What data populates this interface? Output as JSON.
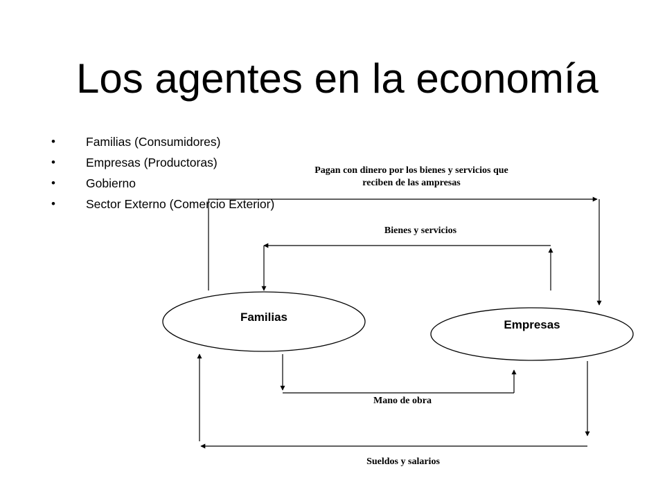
{
  "slide": {
    "title": "Los agentes en la economía",
    "bullets": [
      "Familias (Consumidores)",
      "Empresas (Productoras)",
      "Gobierno",
      "Sector Externo (Comercio Exterior)"
    ]
  },
  "diagram": {
    "nodes": {
      "familias": "Familias",
      "empresas": "Empresas"
    },
    "flows": {
      "pagan_line1": "Pagan con dinero por los bienes y servicios que",
      "pagan_line2": "reciben de las ampresas",
      "bienes": "Bienes y servicios",
      "mano": "Mano de obra",
      "sueldos": "Sueldos y salarios"
    }
  }
}
